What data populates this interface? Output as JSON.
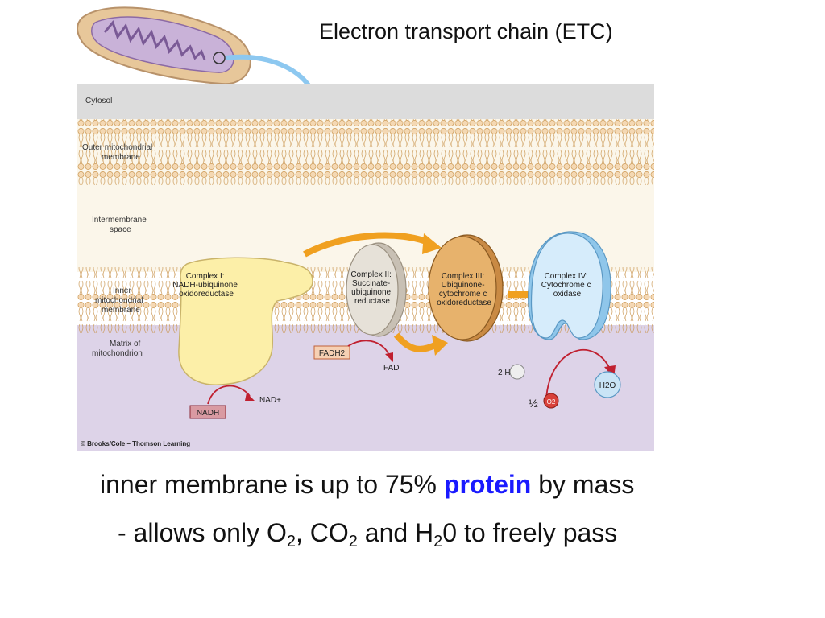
{
  "title": "Electron transport chain (ETC)",
  "colors": {
    "cytosol": "#dcdcdc",
    "intermembrane": "#fbf6ea",
    "matrix": "#ddd3e8",
    "complex1": "#fcefa8",
    "complex2": "#dcd6cc",
    "complex3": "#e7b26c",
    "complex4": "#d6ecfb",
    "arrow_orange": "#f0a020",
    "arrow_red": "#c02030",
    "protein_highlight": "#1a1aff"
  },
  "diagram": {
    "region_labels": {
      "cytosol": "Cytosol",
      "outer_membrane": [
        "Outer mitochondrial",
        "membrane"
      ],
      "intermembrane": [
        "Intermembrane",
        "space"
      ],
      "inner_membrane": [
        "Inner",
        "mitochondrial",
        "membrane"
      ],
      "matrix": [
        "Matrix of",
        "mitochondrion"
      ]
    },
    "complexes": [
      {
        "id": "complex-1",
        "lines": [
          "Complex I:",
          "NADH-ubiquinone",
          "oxidoreductase"
        ]
      },
      {
        "id": "complex-2",
        "lines": [
          "Complex II:",
          "Succinate-",
          "ubiquinone",
          "reductase"
        ]
      },
      {
        "id": "complex-3",
        "lines": [
          "Complex III:",
          "Ubiquinone-",
          "cytochrome c",
          "oxidoreductase"
        ]
      },
      {
        "id": "complex-4",
        "lines": [
          "Complex IV:",
          "Cytochrome c",
          "oxidase"
        ]
      }
    ],
    "molecules": {
      "nadh": "NADH",
      "nad_plus": "NAD+",
      "fadh2": "FADH2",
      "fad": "FAD",
      "two_h_plus": "2 H+",
      "half": "½",
      "o2": "O2",
      "h2o": "H2O"
    },
    "credit": "© Brooks/Cole – Thomson Learning"
  },
  "text": {
    "line1_before": "inner membrane is up to 75% ",
    "line1_highlight": "protein",
    "line1_after": " by mass",
    "line2_part1": "- allows only O",
    "line2_sub1": "2",
    "line2_part2": ", CO",
    "line2_sub2": "2",
    "line2_part3": " and H",
    "line2_sub3": "2",
    "line2_part4": "0 to freely pass"
  }
}
